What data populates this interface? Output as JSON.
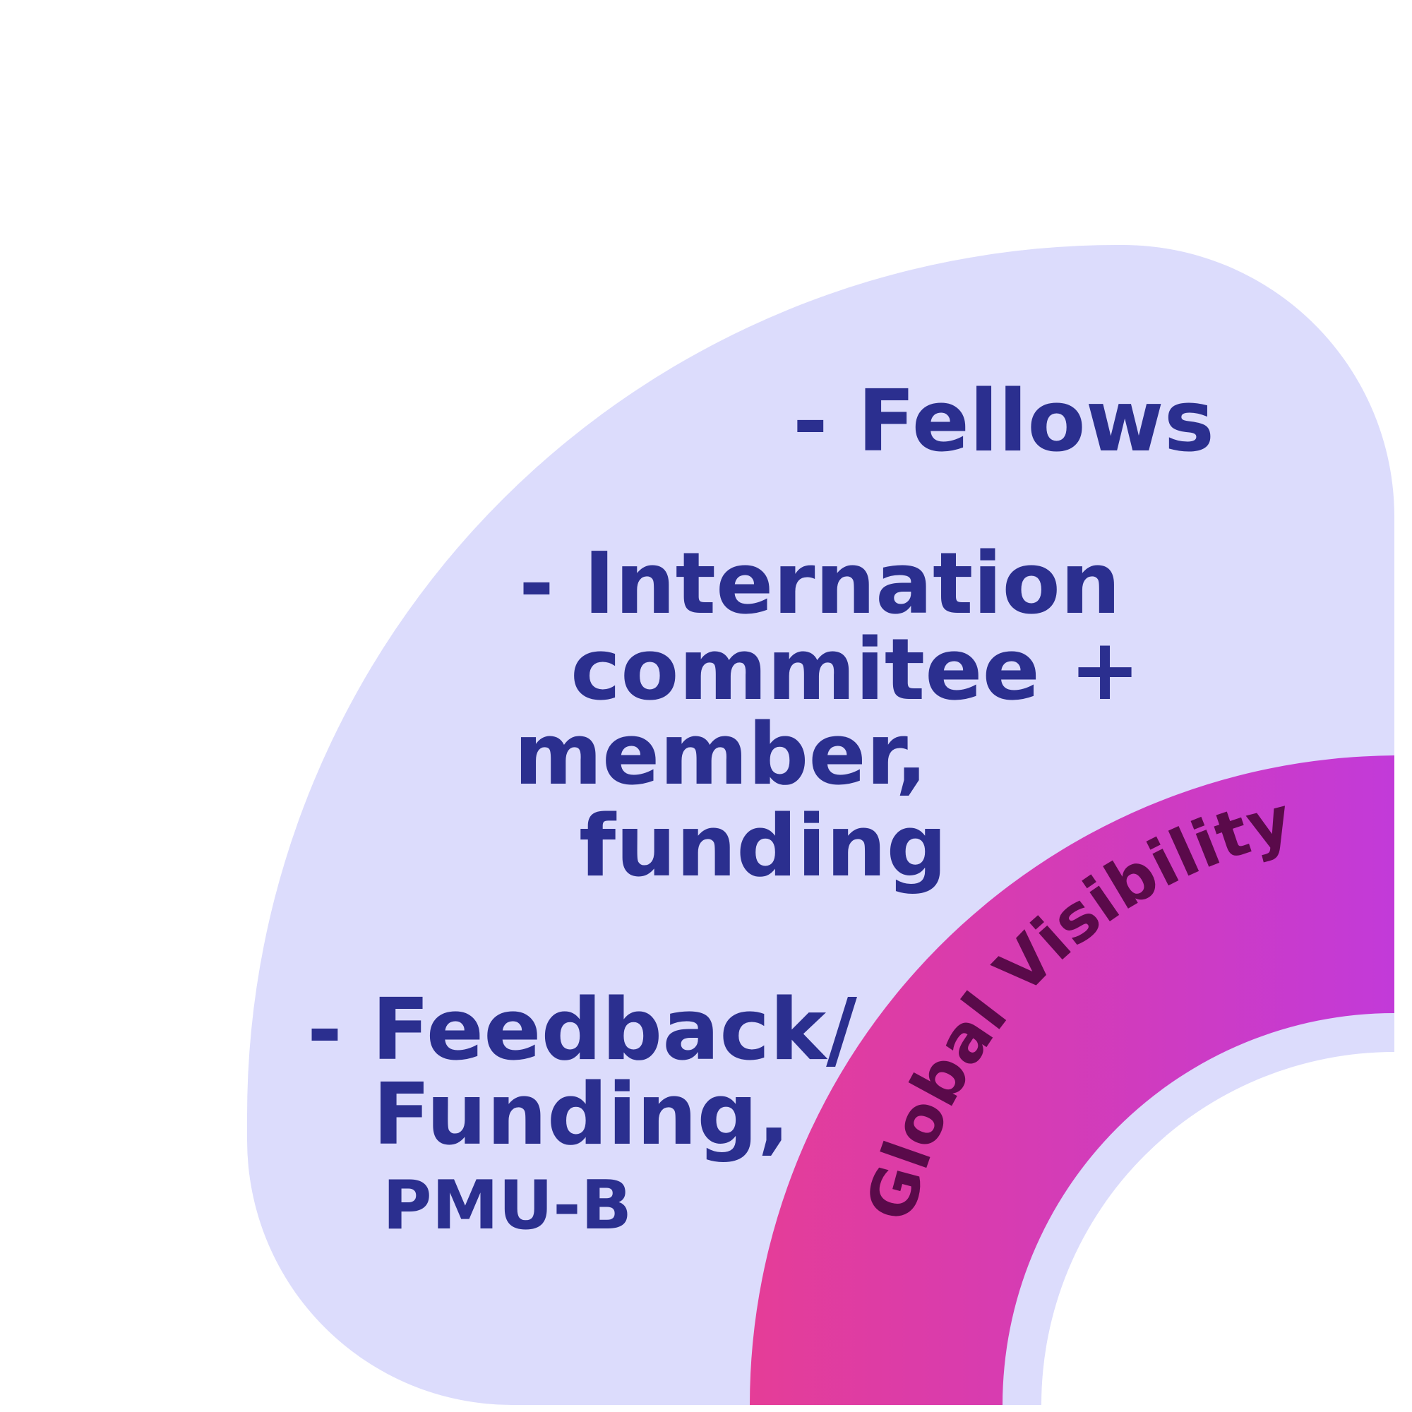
{
  "colors": {
    "background": "#ffffff",
    "outer_shape": "#dcdcfc",
    "band_start": "#e53d97",
    "band_end": "#c23ad9",
    "item_text": "#2b2f8f",
    "band_text": "#5a0a4a"
  },
  "items": {
    "fellows": "- Fellows",
    "international_line1": "- Internation",
    "international_line2": "commitee +",
    "international_line3": "member,",
    "international_line4": "funding",
    "feedback_line1": "- Feedback/",
    "feedback_line2": "Funding,",
    "feedback_line3": "PMU-B"
  },
  "band": {
    "label": "Global Visibility"
  }
}
